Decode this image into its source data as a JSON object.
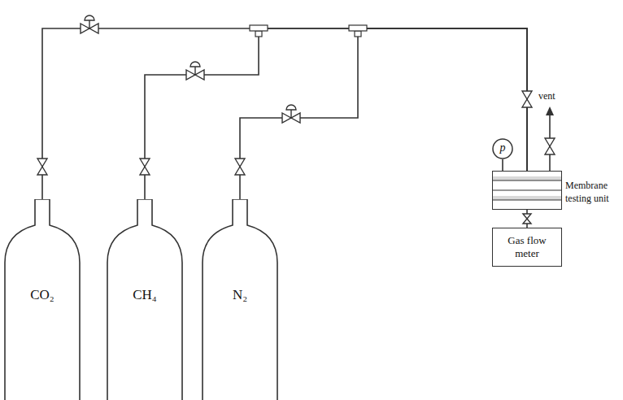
{
  "diagram": {
    "nodes": [
      {
        "text": [
          "CO₂"
        ]
      },
      {
        "text": [
          "CH₄"
        ]
      },
      {
        "text": [
          "N₂"
        ]
      },
      {
        "text": [
          "p"
        ]
      },
      {
        "text": [
          "Membrane testing unit"
        ]
      },
      {
        "text": [
          "Gas flow meter"
        ]
      }
    ],
    "edges": [
      {
        "from": 0,
        "to": 4,
        "arrow": "none"
      },
      {
        "from": 1,
        "to": 4,
        "arrow": "none"
      },
      {
        "from": 2,
        "to": 4,
        "arrow": "none"
      },
      {
        "from": 4,
        "to": 5,
        "arrow": "none"
      },
      {
        "from": 3,
        "to": 4,
        "arrow": "none"
      }
    ],
    "labels": [
      "vent"
    ]
  }
}
